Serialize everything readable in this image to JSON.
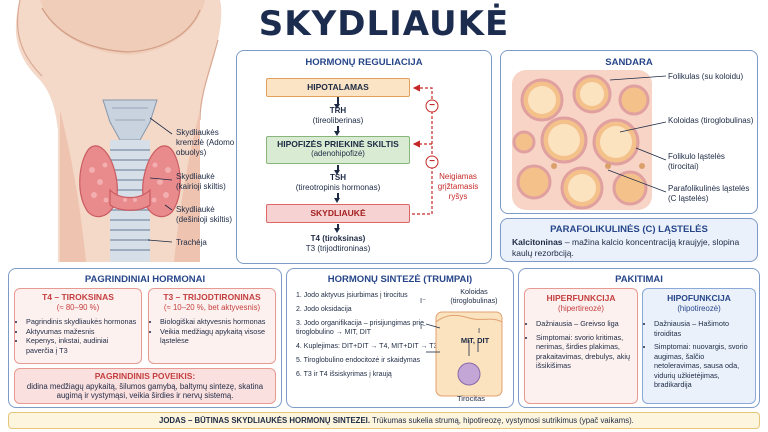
{
  "title": "SKYDLIAUKĖ",
  "anatomy": {
    "labels": [
      "Skydliaukės kremzlė (Adomo obuolys)",
      "Skydliaukė (kairioji skiltis)",
      "Skydliaukė (dešinioji skiltis)",
      "Trachėja"
    ]
  },
  "regulation": {
    "title": "HORMONŲ REGULIACIJA",
    "hypothalamus": "HIPOTALAMAS",
    "trh": "TRH",
    "trh_name": "(tireoliberinas)",
    "pituitary": "HIPOFIZĖS PRIEKINĖ SKILTIS",
    "pituitary_sub": "(adenohipofizė)",
    "tsh": "TSH",
    "tsh_name": "(tireotropinis hormonas)",
    "thyroid": "SKYDLIAUKĖ",
    "t4": "T4 (tiroksinas)",
    "t3": "T3 (trijodtironinas)",
    "feedback": "Neigiamas grįžtamasis ryšys",
    "minus": "−"
  },
  "structure": {
    "title": "SANDARA",
    "labels": [
      "Folikulas (su koloidu)",
      "Koloidas (tiroglobulinas)",
      "Folikulo ląstelės (tirocitai)",
      "Parafolikulinės ląstelės (C ląstelės)"
    ]
  },
  "parafollicular": {
    "title": "PARAFOLIKULINĖS (C) LĄSTELĖS",
    "term": "Kalcitoninas",
    "text": " – mažina kalcio koncentraciją kraujyje, slopina kaulų rezorbciją."
  },
  "hormones": {
    "title": "PAGRINDINIAI HORMONAI",
    "t4": {
      "title": "T4 – TIROKSINAS",
      "subtitle": "(≈ 80–90 %)",
      "bullets": [
        "Pagrindinis skydliaukės hormonas",
        "Aktyvumas mažesnis",
        "Kepenys, inkstai, audiniai paverčia į T3"
      ]
    },
    "t3": {
      "title": "T3 – TRIJODTIRONINAS",
      "subtitle": "(≈ 10–20 %, bet aktyvesnis)",
      "bullets": [
        "Biologiškai aktyvesnis hormonas",
        "Veikia medžiagų apykaitą visose ląstelėse"
      ]
    },
    "effect": {
      "title": "PAGRINDINIS POVEIKIS:",
      "text": "didina medžiagų apykaitą, šilumos gamybą, baltymų sintezę, skatina augimą ir vystymąsi, veikia širdies ir nervų sistemą."
    }
  },
  "synthesis": {
    "title": "HORMONŲ SINTEZĖ (TRUMPAI)",
    "steps": [
      "1. Jodo aktyvus įsiurbimas į tirocitus",
      "2. Jodo oksidacija",
      "3. Jodo organifikacija – prisijungimas prie tiroglobulino → MIT, DIT",
      "4. Kuplejimas: DIT+DIT → T4, MIT+DIT → T3",
      "5. Tiroglobulino endocitozė ir skaidymas",
      "6. T3 ir T4 išsiskyrimas į kraują"
    ],
    "colloid_label": "Koloidas (tiroglobulinas)",
    "mit_dit": "MIT, DIT",
    "thyrocyte": "Tirocitas",
    "iodide": "I⁻",
    "iodine": "I"
  },
  "disorders": {
    "title": "PAKITIMAI",
    "hyper": {
      "title": "HIPERFUNKCIJA",
      "subtitle": "(hipertireozė)",
      "bullets": [
        "Dažniausia – Greivso liga",
        "Simptomai: svorio kritimas, nerimas, širdies plakimas, prakaitavimas, drebulys, akių išsikišimas"
      ]
    },
    "hypo": {
      "title": "HIPOFUNKCIJA",
      "subtitle": "(hipotireozė)",
      "bullets": [
        "Dažniausia – Hašimoto tiroiditas",
        "Simptomai: nuovargis, svorio augimas, šalčio netoleravimas, sausa oda, vidurių užkietėjimas, bradikardija"
      ]
    }
  },
  "footer": {
    "term": "JODAS",
    "bold": " – BŪTINAS SKYDLIAUKĖS HORMONŲ SINTEZEI.",
    "text": " Trūkumas sukelia strumą, hipotireozę, vystymosi sutrikimus (ypač vaikams)."
  },
  "colors": {
    "navy": "#1c2c4f",
    "panel_border": "#7e9bc8",
    "orange": "#fbe4c6",
    "green": "#d9ecd3",
    "red": "#f6d2d2",
    "blue": "#dce8f7",
    "feedback_red": "#c62828"
  }
}
